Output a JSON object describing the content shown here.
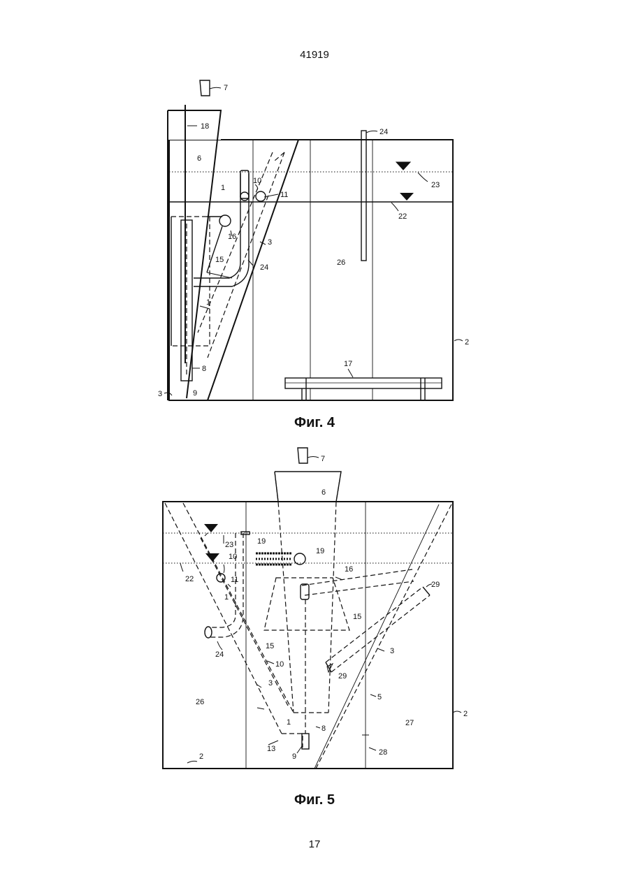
{
  "header": {
    "doc_number": "41919"
  },
  "footer": {
    "page_number": "17"
  },
  "figure4": {
    "caption": "Фиг. 4",
    "labels": {
      "l7": "7",
      "l18": "18",
      "l6": "6",
      "l1a": "1",
      "l10": "10",
      "l11": "11",
      "l16": "16",
      "l15": "15",
      "l24a": "24",
      "l3a": "3",
      "l1b": "1",
      "l8": "8",
      "l9": "9",
      "l3b": "3",
      "l24b": "24",
      "l23": "23",
      "l22": "22",
      "l26": "26",
      "l2": "2",
      "l17": "17"
    }
  },
  "figure5": {
    "caption": "Фиг. 5",
    "labels": {
      "l7": "7",
      "l6": "6",
      "l23": "23",
      "l19a": "19",
      "l19b": "19",
      "l10a": "10",
      "l11": "11",
      "l1a": "1",
      "l22": "22",
      "l16": "16",
      "l29a": "29",
      "l15a": "15",
      "l15b": "15",
      "l24": "24",
      "l10b": "10",
      "l3a": "3",
      "l3b": "3",
      "l29b": "29",
      "l26": "26",
      "l5": "5",
      "l27": "27",
      "l2a": "2",
      "l1b": "1",
      "l8": "8",
      "l13": "13",
      "l9": "9",
      "l28": "28",
      "l2b": "2"
    }
  }
}
